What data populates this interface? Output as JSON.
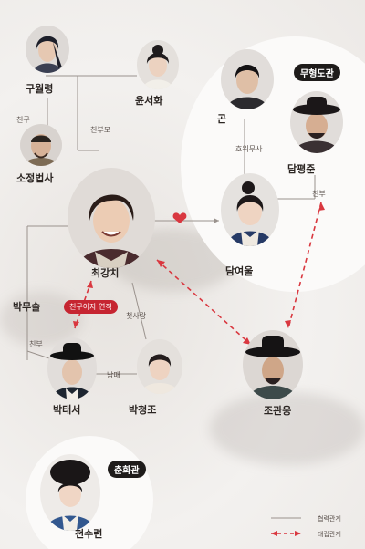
{
  "title": "",
  "factions": {
    "muhyeong": "무형도관",
    "chunhwa": "춘화관"
  },
  "characters": {
    "gu_wolryeong": "구월령",
    "yun_seohwa": "윤서화",
    "so_jeongbeopsa": "소정법사",
    "choi_gangchi": "최강치",
    "park_mu_sol": "박무솔",
    "park_taeseo": "박태서",
    "park_cheongjo": "박청조",
    "gon": "곤",
    "dam_pyeongjun": "담평준",
    "dam_yeoul": "담여울",
    "jo_gwanung": "조관웅",
    "cheon_suryeon": "천수련"
  },
  "relations": {
    "friend_top": "친구",
    "parents": "친부모",
    "guard": "호위무사",
    "father_right": "친부",
    "friend_rival": "친구이자 연적",
    "first_love": "첫사랑",
    "father_left": "친부",
    "siblings": "남매"
  },
  "legend": {
    "cooperation": "협력관계",
    "conflict": "대립관계"
  },
  "colors": {
    "red": "#d9373f",
    "line": "#9a928d",
    "badge": "#1e1b1a"
  }
}
